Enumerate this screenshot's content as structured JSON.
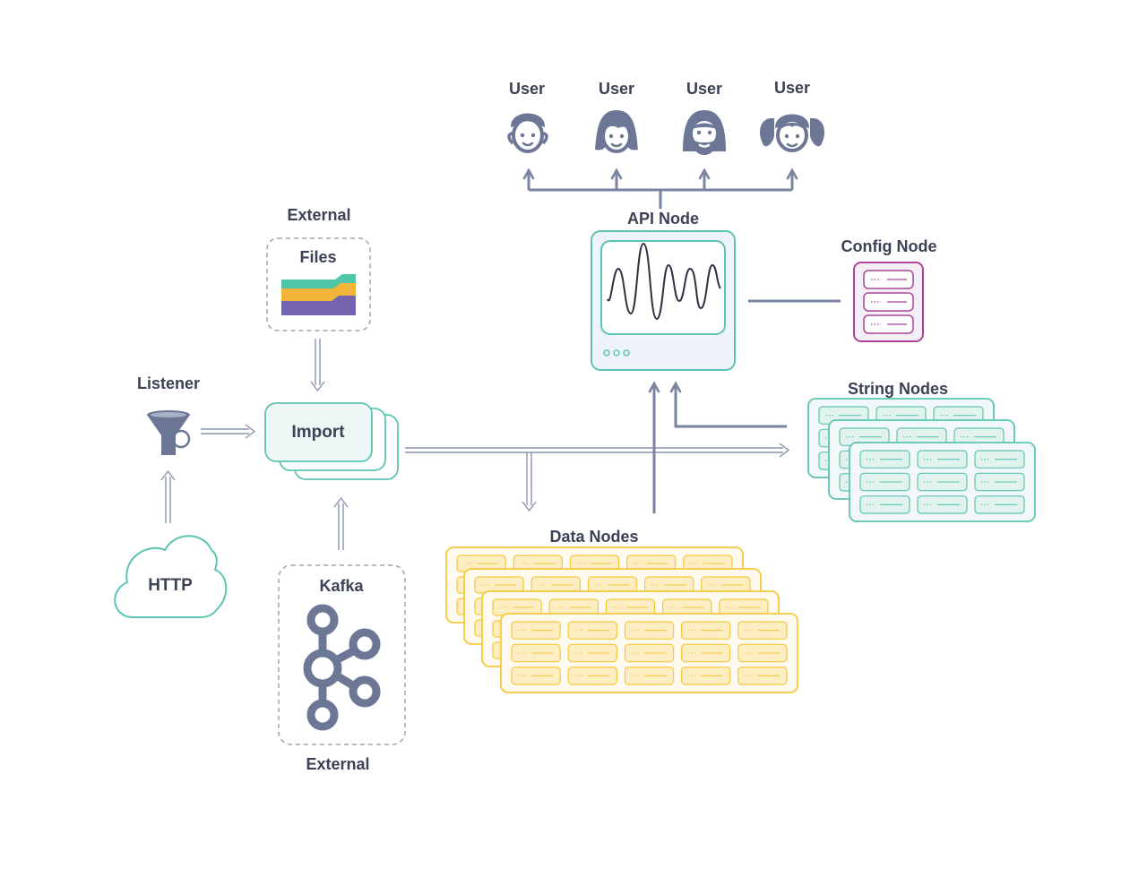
{
  "users": [
    {
      "label": "User",
      "avatar": "boy-face-icon"
    },
    {
      "label": "User",
      "avatar": "girl-short-hair-face-icon"
    },
    {
      "label": "User",
      "avatar": "bearded-face-icon"
    },
    {
      "label": "User",
      "avatar": "girl-pigtails-face-icon"
    }
  ],
  "api_node": {
    "label": "API Node",
    "icon": "waveform-monitor-icon"
  },
  "config_node": {
    "label": "Config Node",
    "icon": "server-rack-icon"
  },
  "string_nodes": {
    "label": "String Nodes",
    "icon": "server-grid-icon"
  },
  "data_nodes": {
    "label": "Data Nodes",
    "icon": "server-grid-icon"
  },
  "files": {
    "group_label": "External",
    "label": "Files",
    "icon": "folder-stack-icon"
  },
  "kafka": {
    "label": "Kafka",
    "group_label": "External",
    "icon": "kafka-icon"
  },
  "import": {
    "label": "Import"
  },
  "listener": {
    "label": "Listener",
    "icon": "funnel-icon"
  },
  "http": {
    "label": "HTTP",
    "icon": "cloud-icon"
  },
  "colors": {
    "line": "#8a93ad",
    "text": "#3b4256",
    "teal": "#5cc4b2",
    "teal_fill": "#eef6f6",
    "yellow": "#f5c83c",
    "yellow_fill": "#fdf3d2",
    "purple": "#a8459a",
    "purple_fill": "#f5eef5",
    "dashed": "#9ea3ae"
  }
}
